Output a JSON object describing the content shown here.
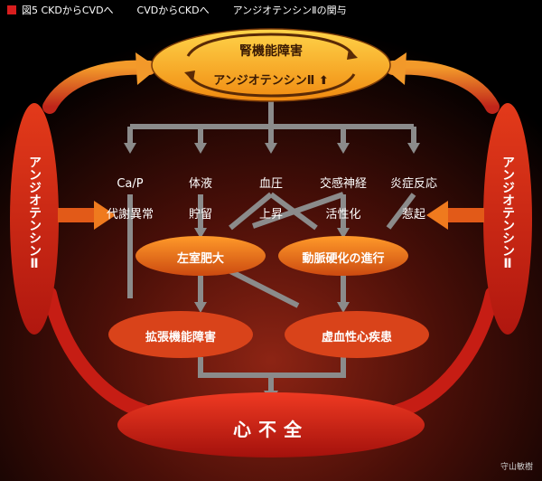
{
  "header": {
    "figure_label": "図5 CKDからCVDへ",
    "subtitle_1": "CVDからCKDへ",
    "subtitle_2": "アンジオテンシンⅡの関与"
  },
  "top": {
    "title": "腎機能障害",
    "subtitle": "アンジオテンシンⅡ"
  },
  "side": {
    "left": "アンジオテンシンⅡ",
    "right": "アンジオテンシンⅡ"
  },
  "factors": [
    {
      "line1": "Ca/P",
      "line2": "代謝異常"
    },
    {
      "line1": "体液",
      "line2": "貯留"
    },
    {
      "line1": "血圧",
      "line2": "上昇"
    },
    {
      "line1": "交感神経",
      "line2": "活性化"
    },
    {
      "line1": "炎症反応",
      "line2": "惹起"
    }
  ],
  "mid": {
    "lvh": "左室肥大",
    "atherosclerosis": "動脈硬化の進行"
  },
  "lower": {
    "diastolic": "拡張機能障害",
    "ischemic": "虚血性心疾患"
  },
  "bottom": {
    "heart_failure": "心不全"
  },
  "credit": "守山敏樹",
  "colors": {
    "orange": "#f07a1e",
    "red": "#d7261a",
    "gold": "#f2b226",
    "gray_arrow": "#8b8b8b"
  }
}
